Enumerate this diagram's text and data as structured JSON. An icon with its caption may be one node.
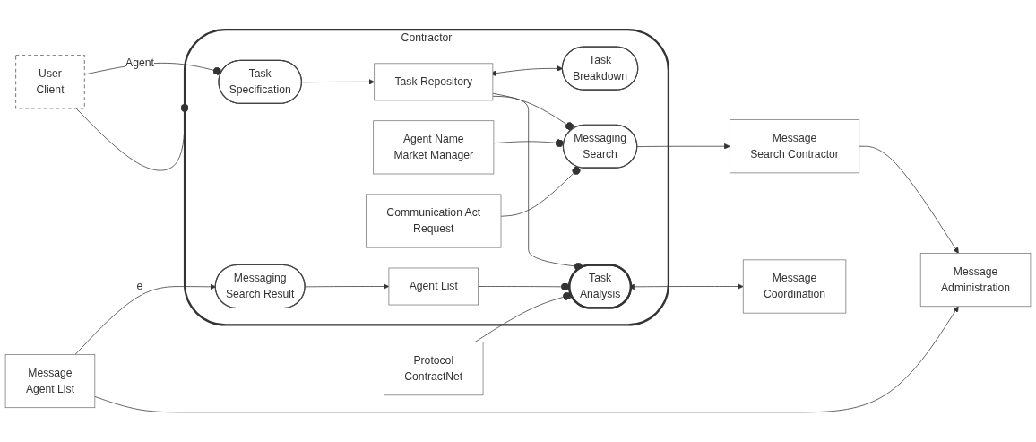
{
  "diagram": {
    "nodes": [
      {
        "text": [
          "Contractor"
        ]
      },
      {
        "text": [
          "User",
          "Client"
        ]
      },
      {
        "text": [
          "Task",
          "Specification"
        ],
        "in": 0
      },
      {
        "text": [
          "Message",
          "Administration"
        ]
      },
      {
        "text": [
          "Task Repository"
        ],
        "in": 0
      },
      {
        "text": [
          "Task",
          "Breakdown"
        ],
        "in": 0
      },
      {
        "text": [
          "Agent Name",
          "Market Manager"
        ],
        "in": 0
      },
      {
        "text": [
          "Message",
          "Search Contractor"
        ]
      },
      {
        "text": [
          "Messaging",
          "Search"
        ],
        "in": 0
      },
      {
        "text": [
          "Communication Act",
          "Request"
        ],
        "in": 0
      },
      {
        "text": [
          "Message",
          "Agent List"
        ]
      },
      {
        "text": [
          "Messaging",
          "Search Result"
        ],
        "in": 0
      },
      {
        "text": [
          "Agent List"
        ],
        "in": 0
      },
      {
        "text": [
          "Protocol",
          "ContractNet"
        ]
      },
      {
        "text": [
          "Task",
          "Analysis"
        ],
        "in": 0
      },
      {
        "text": [
          "Message",
          "Coordination"
        ]
      }
    ],
    "edges": [
      {
        "from": 1,
        "to": 2,
        "arrow": "other",
        "label": "Agent"
      },
      {
        "from": 1,
        "to": 0,
        "arrow": "other"
      },
      {
        "from": 2,
        "to": 4,
        "arrow": "to"
      },
      {
        "from": 4,
        "to": 5,
        "arrow": "both"
      },
      {
        "from": 4,
        "to": 8,
        "arrow": "other"
      },
      {
        "from": 6,
        "to": 8,
        "arrow": "other"
      },
      {
        "from": 9,
        "to": 8,
        "arrow": "other"
      },
      {
        "from": 8,
        "to": 7,
        "arrow": "to"
      },
      {
        "from": 7,
        "to": 3,
        "arrow": "to"
      },
      {
        "from": 10,
        "to": 3,
        "arrow": "to"
      },
      {
        "from": 10,
        "to": 11,
        "arrow": "to",
        "label": "e"
      },
      {
        "from": 11,
        "to": 12,
        "arrow": "to"
      },
      {
        "from": 4,
        "to": 14,
        "arrow": "other"
      },
      {
        "from": 12,
        "to": 14,
        "arrow": "other"
      },
      {
        "from": 13,
        "to": 14,
        "arrow": "other"
      },
      {
        "from": 14,
        "to": 15,
        "arrow": "both"
      }
    ]
  }
}
